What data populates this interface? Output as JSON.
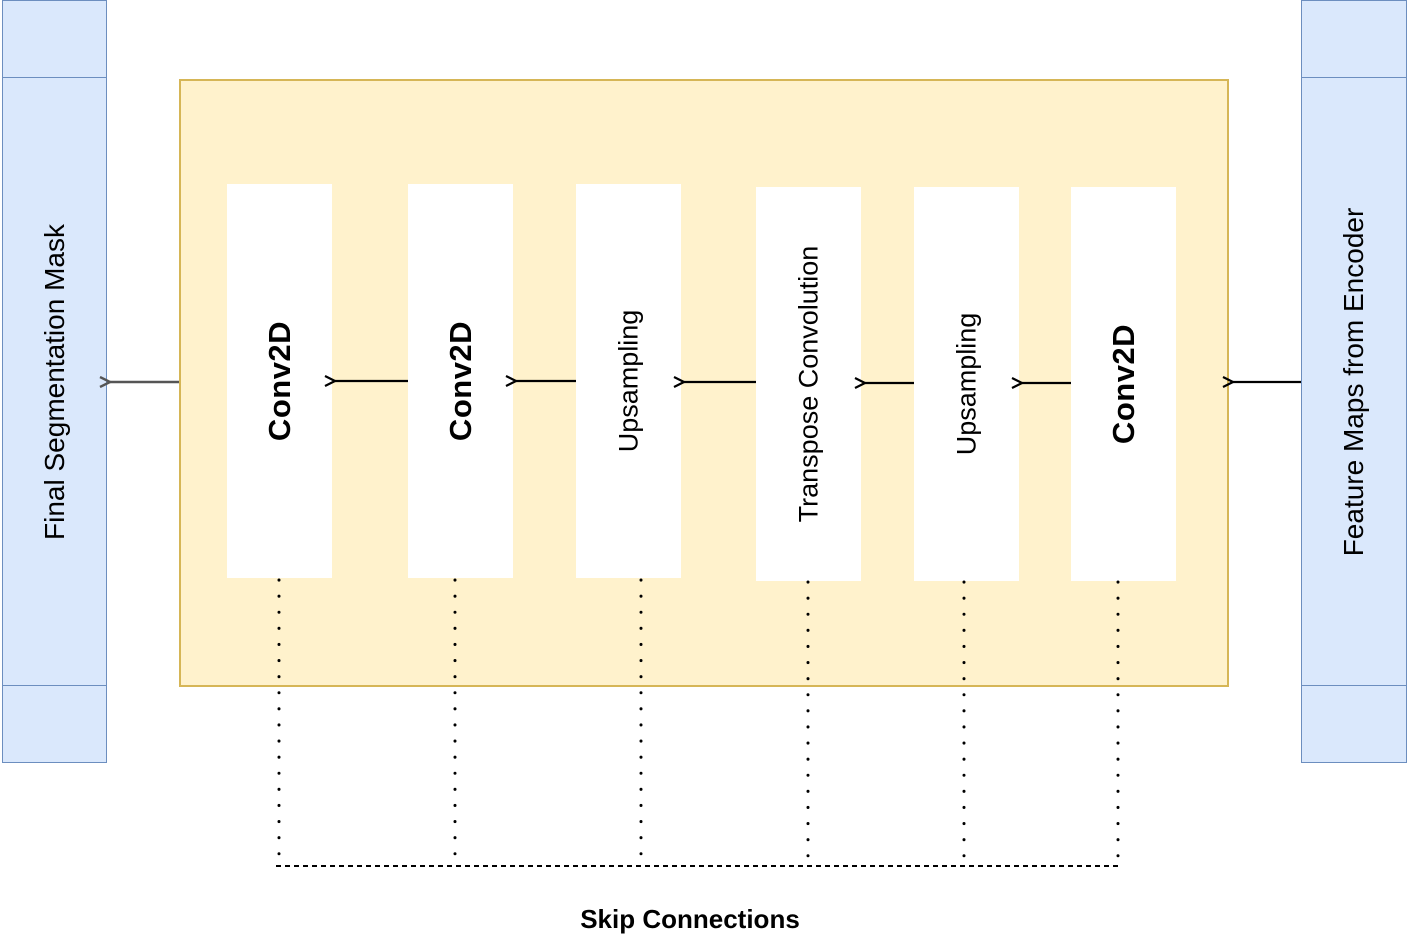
{
  "output_box": {
    "label": "Final Segmentation Mask"
  },
  "input_box": {
    "label": "Feature Maps from Encoder"
  },
  "layers": [
    {
      "label": "Conv2D"
    },
    {
      "label": "Conv2D"
    },
    {
      "label": "Upsampling"
    },
    {
      "label": "Transpose Convolution"
    },
    {
      "label": "Upsampling"
    },
    {
      "label": "Conv2D"
    }
  ],
  "skip_connections": {
    "label": "Skip Connections"
  },
  "colors": {
    "side_fill": "#dae8fc",
    "side_stroke": "#6c8ebf",
    "decoder_fill": "#fff2cc",
    "decoder_stroke": "#d6b656"
  }
}
